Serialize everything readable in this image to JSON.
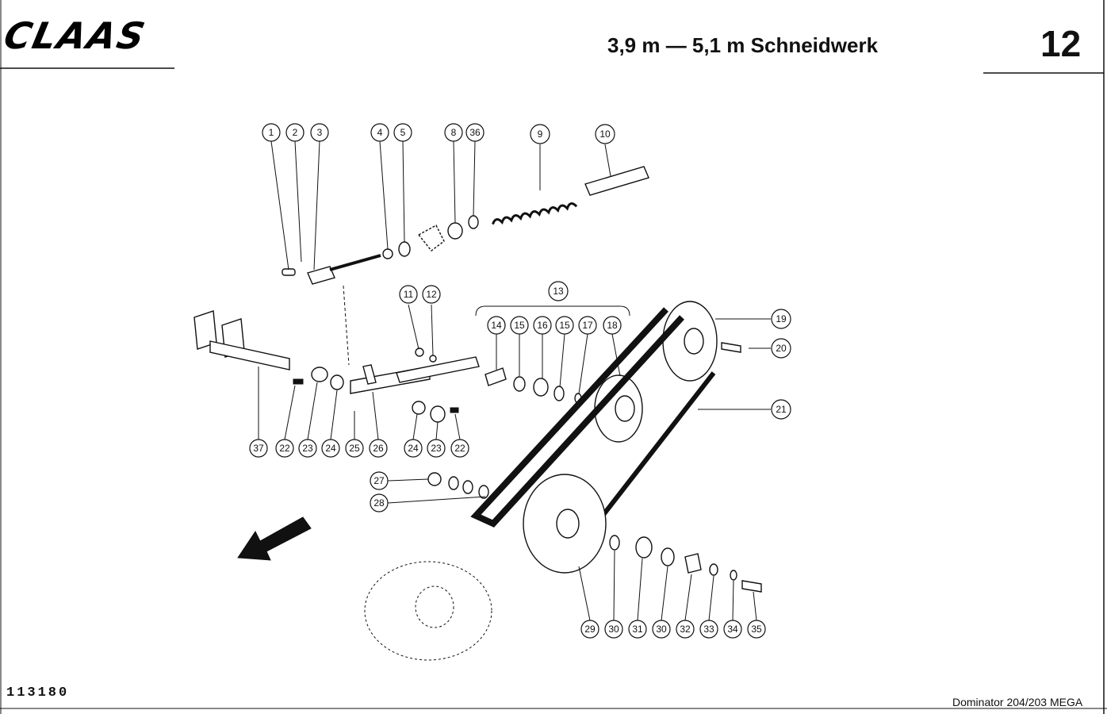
{
  "header": {
    "brand": "CLAAS",
    "title": "3,9 m — 5,1 m Schneidwerk",
    "page_number": "12"
  },
  "footer": {
    "doc_number": "113180",
    "model": "Dominator 204/203 MEGA"
  },
  "callouts": [
    {
      "id": "c1",
      "label": "1"
    },
    {
      "id": "c2",
      "label": "2"
    },
    {
      "id": "c3",
      "label": "3"
    },
    {
      "id": "c4",
      "label": "4"
    },
    {
      "id": "c5",
      "label": "5"
    },
    {
      "id": "c8",
      "label": "8"
    },
    {
      "id": "c36",
      "label": "36"
    },
    {
      "id": "c9",
      "label": "9"
    },
    {
      "id": "c10",
      "label": "10"
    },
    {
      "id": "c11",
      "label": "11"
    },
    {
      "id": "c12",
      "label": "12"
    },
    {
      "id": "c13",
      "label": "13"
    },
    {
      "id": "c14",
      "label": "14"
    },
    {
      "id": "c15a",
      "label": "15"
    },
    {
      "id": "c16",
      "label": "16"
    },
    {
      "id": "c15b",
      "label": "15"
    },
    {
      "id": "c17",
      "label": "17"
    },
    {
      "id": "c18",
      "label": "18"
    },
    {
      "id": "c19",
      "label": "19"
    },
    {
      "id": "c20",
      "label": "20"
    },
    {
      "id": "c21",
      "label": "21"
    },
    {
      "id": "c37",
      "label": "37"
    },
    {
      "id": "c22a",
      "label": "22"
    },
    {
      "id": "c23a",
      "label": "23"
    },
    {
      "id": "c24a",
      "label": "24"
    },
    {
      "id": "c25",
      "label": "25"
    },
    {
      "id": "c26",
      "label": "26"
    },
    {
      "id": "c24b",
      "label": "24"
    },
    {
      "id": "c23b",
      "label": "23"
    },
    {
      "id": "c22b",
      "label": "22"
    },
    {
      "id": "c27",
      "label": "27"
    },
    {
      "id": "c28",
      "label": "28"
    },
    {
      "id": "c29",
      "label": "29"
    },
    {
      "id": "c30a",
      "label": "30"
    },
    {
      "id": "c31",
      "label": "31"
    },
    {
      "id": "c30b",
      "label": "30"
    },
    {
      "id": "c32",
      "label": "32"
    },
    {
      "id": "c33",
      "label": "33"
    },
    {
      "id": "c34",
      "label": "34"
    },
    {
      "id": "c35",
      "label": "35"
    }
  ]
}
